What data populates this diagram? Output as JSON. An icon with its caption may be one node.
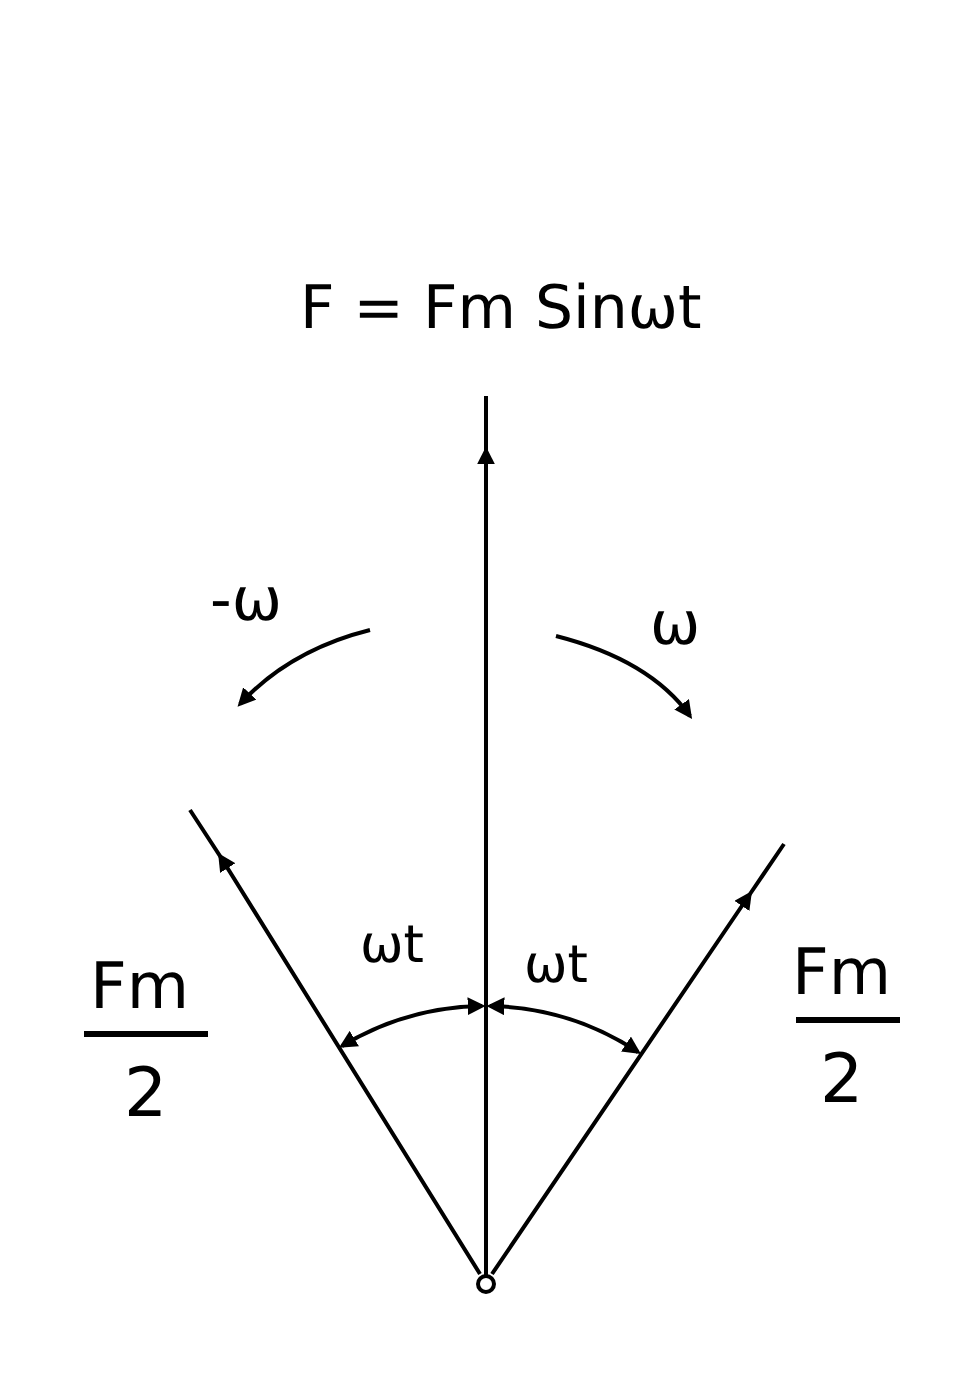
{
  "diagram": {
    "labels": [
      "F = Fm Sinωt",
      "-ω",
      "ω",
      "ωt",
      "ωt",
      "Fm",
      "Fm",
      "2",
      "2"
    ]
  }
}
